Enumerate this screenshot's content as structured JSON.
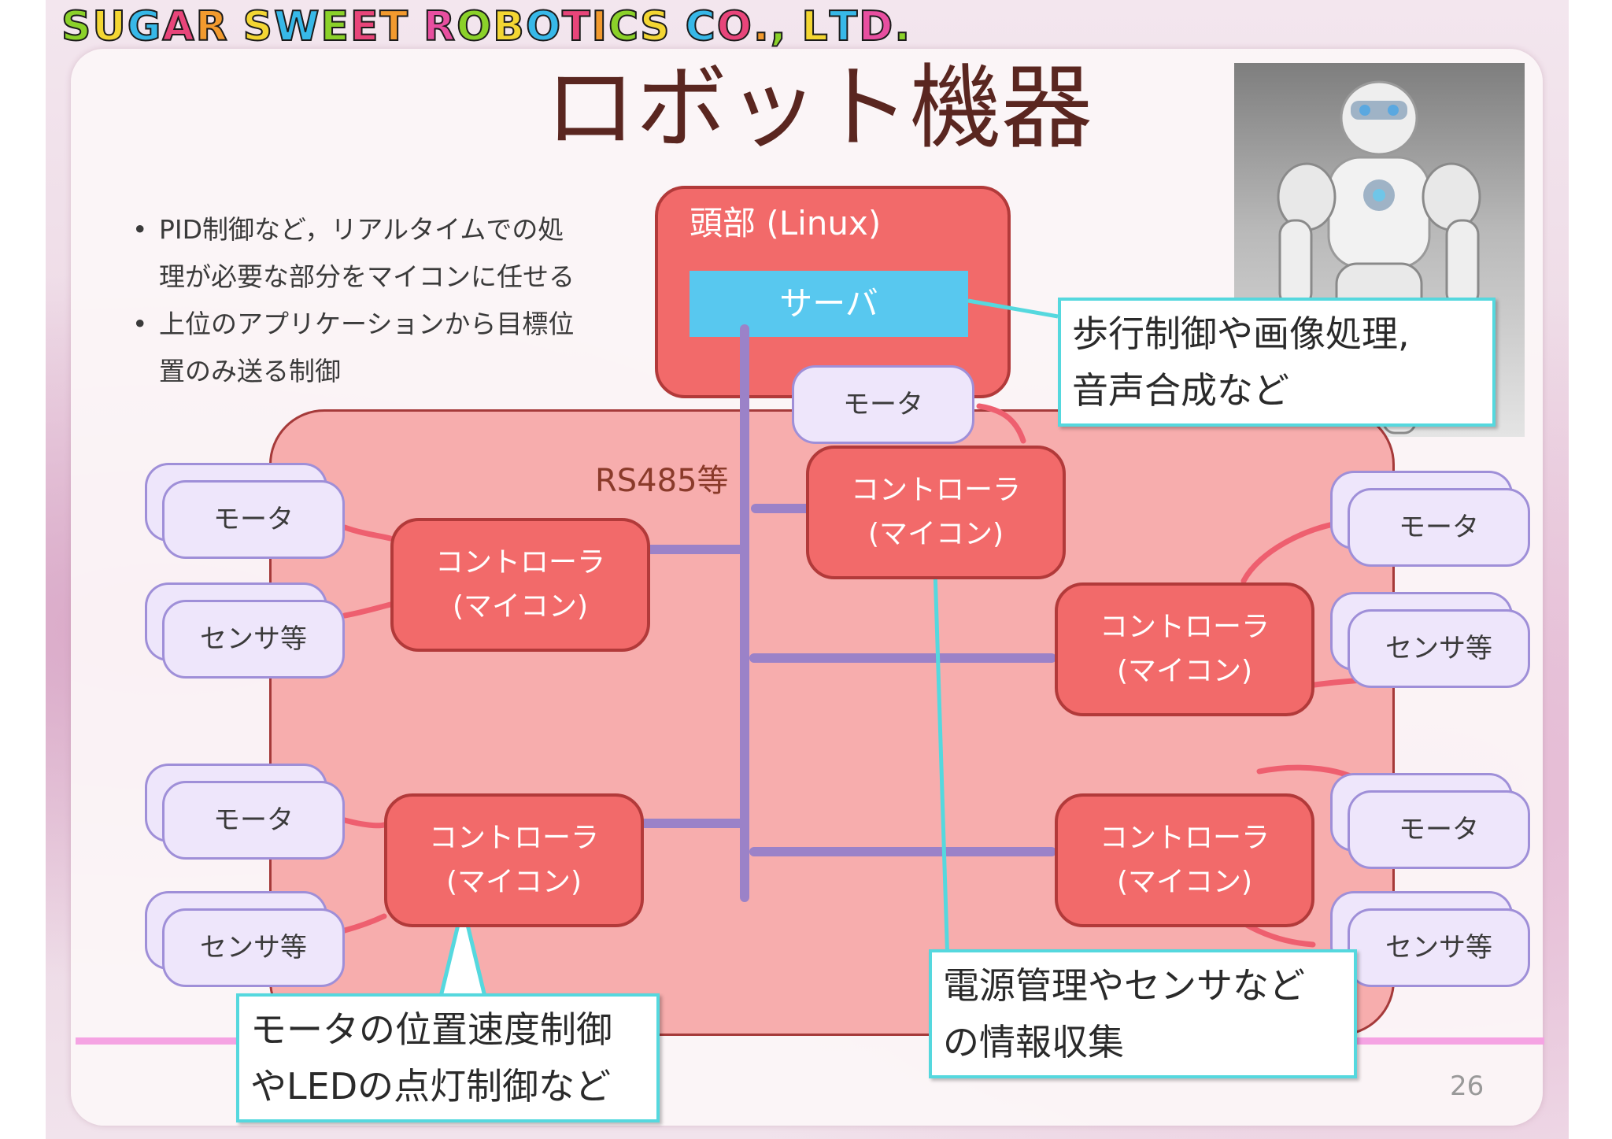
{
  "brand": {
    "letters": [
      {
        "t": "S",
        "c": "#8bd12a"
      },
      {
        "t": "U",
        "c": "#f3d633"
      },
      {
        "t": "G",
        "c": "#37b8e8"
      },
      {
        "t": "A",
        "c": "#e8457a"
      },
      {
        "t": "R",
        "c": "#f29a2e"
      },
      {
        "t": " ",
        "c": "#000000"
      },
      {
        "t": "S",
        "c": "#f3d633"
      },
      {
        "t": "W",
        "c": "#37b8e8"
      },
      {
        "t": "E",
        "c": "#8bd12a"
      },
      {
        "t": "E",
        "c": "#e8457a"
      },
      {
        "t": "T",
        "c": "#f29a2e"
      },
      {
        "t": " ",
        "c": "#000000"
      },
      {
        "t": "R",
        "c": "#e84fa0"
      },
      {
        "t": "O",
        "c": "#8bd12a"
      },
      {
        "t": "B",
        "c": "#f3d633"
      },
      {
        "t": "O",
        "c": "#37b8e8"
      },
      {
        "t": "T",
        "c": "#e8457a"
      },
      {
        "t": "I",
        "c": "#f29a2e"
      },
      {
        "t": "C",
        "c": "#8bd12a"
      },
      {
        "t": "S",
        "c": "#f3d633"
      },
      {
        "t": " ",
        "c": "#000000"
      },
      {
        "t": "C",
        "c": "#37b8e8"
      },
      {
        "t": "O",
        "c": "#e8457a"
      },
      {
        "t": ".",
        "c": "#f29a2e"
      },
      {
        "t": ",",
        "c": "#8bd12a"
      },
      {
        "t": " ",
        "c": "#000000"
      },
      {
        "t": "L",
        "c": "#f3d633"
      },
      {
        "t": "T",
        "c": "#37b8e8"
      },
      {
        "t": "D",
        "c": "#e84fa0"
      },
      {
        "t": ".",
        "c": "#8bd12a"
      }
    ]
  },
  "slide": {
    "title": "ロボット機器",
    "page_number": "26",
    "bullets": [
      {
        "line1": "PID制御など，リアルタイムでの処",
        "line2": "理が必要な部分をマイコンに任せる"
      },
      {
        "line1": "上位のアプリケーションから目標位",
        "line2": "置のみ送る制御"
      }
    ]
  },
  "diagram": {
    "head_label": "頭部 (Linux)",
    "server_label": "サーバ",
    "bus_label": "RS485等",
    "controller": {
      "line1": "コントローラ",
      "line2": "(マイコン)"
    },
    "motor": "モータ",
    "sensor": "センサ等",
    "callouts": {
      "server": {
        "line1": "歩行制御や画像処理,",
        "line2": "音声合成など"
      },
      "left_controller": {
        "line1": "モータの位置速度制御",
        "line2": "やLEDの点灯制御など"
      },
      "center_controller": {
        "line1": "電源管理やセンサなど",
        "line2": "の情報収集"
      }
    },
    "colors": {
      "controller_fill": "#f26a6a",
      "device_fill": "#eee6fb",
      "bus": "#9b82c8",
      "server_fill": "#58c8ef",
      "callout_border": "#55d8de"
    }
  }
}
